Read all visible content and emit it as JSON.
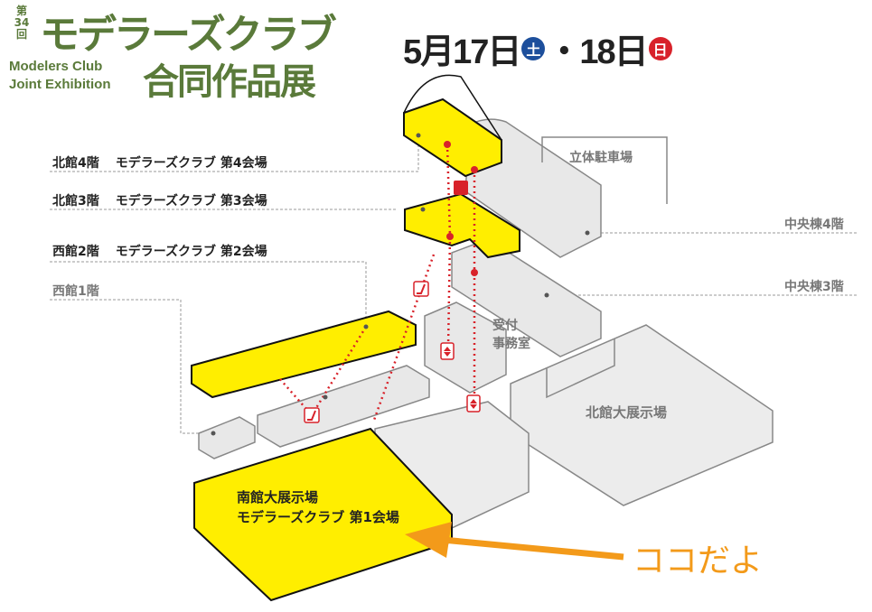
{
  "header": {
    "edition": "第34回",
    "title": "モデラーズクラブ",
    "title_en_1": "Modelers Club",
    "title_en_2": "Joint Exhibition",
    "subtitle": "合同作品展"
  },
  "date": {
    "day1": "5月17日",
    "day1_weekday": "土",
    "sep": "・18日",
    "day2_weekday": "日"
  },
  "labels": {
    "north4": "北館4階",
    "north4_venue": "モデラーズクラブ 第4会場",
    "north3": "北館3階",
    "north3_venue": "モデラーズクラブ 第3会場",
    "west2": "西館2階",
    "west2_venue": "モデラーズクラブ 第2会場",
    "west1": "西館1階",
    "parking": "立体駐車場",
    "central4": "中央棟4階",
    "central3": "中央棟3階",
    "reception1": "受付",
    "reception2": "事務室",
    "north_hall": "北館大展示場",
    "south_hall": "南館大展示場",
    "south_venue": "モデラーズクラブ 第1会場",
    "here": "ココだよ"
  },
  "colors": {
    "accent_green": "#5a7a3a",
    "venue_yellow": "#ffee00",
    "arrow_orange": "#f39a1a",
    "route_red": "#d8222a",
    "building_gray": "#e8e8e8"
  }
}
